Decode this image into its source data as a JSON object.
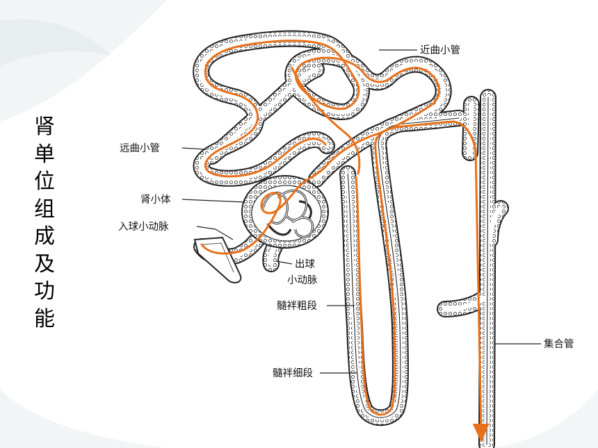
{
  "title_chars": [
    "肾",
    "单",
    "位",
    "组",
    "成",
    "及",
    "功",
    "能"
  ],
  "labels": {
    "proximal_tubule": "近曲小管",
    "distal_tubule": "远曲小管",
    "renal_corpuscle": "肾小体",
    "afferent_arteriole": "入球小动脉",
    "efferent_arteriole_line1": "出球",
    "efferent_arteriole_line2": "小动脉",
    "thick_loop": "髓袢粗段",
    "thin_loop": "髓袢细段",
    "collecting_duct": "集合管"
  },
  "colors": {
    "flow": "#e8701a",
    "tubule": "#2a2a2a",
    "cell": "#444444"
  }
}
